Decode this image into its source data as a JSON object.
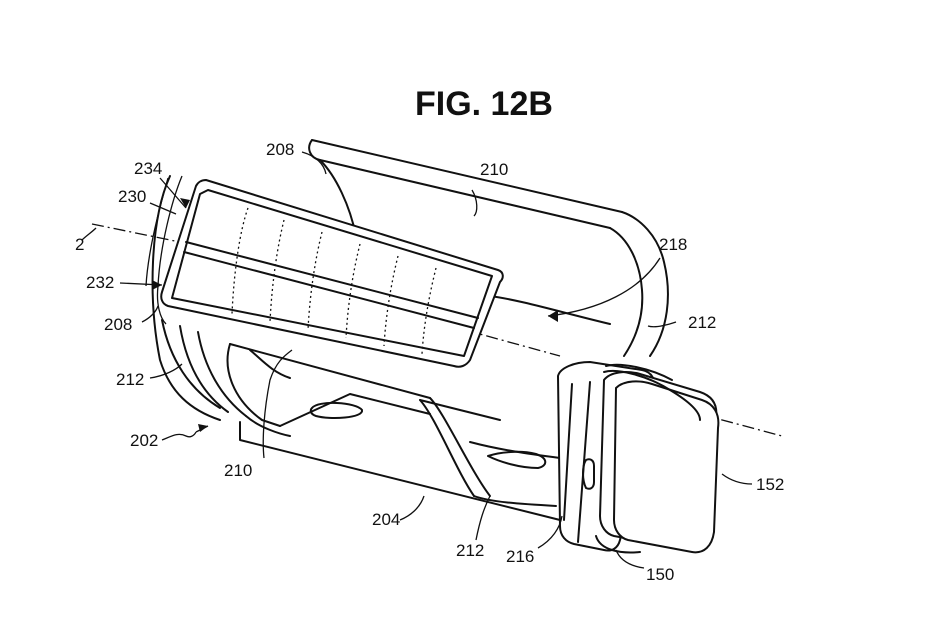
{
  "figure": {
    "title": "FIG. 12B",
    "ink_color": "#111111",
    "background_color": "#ffffff"
  },
  "labels": {
    "l208_top": "208",
    "l234": "234",
    "l230": "230",
    "l2": "2",
    "l232": "232",
    "l208_left": "208",
    "l212_left": "212",
    "l202": "202",
    "l210_bottom": "210",
    "l210_top": "210",
    "l218": "218",
    "l212_right": "212",
    "l152": "152",
    "l204": "204",
    "l212_bottom": "212",
    "l216": "216",
    "l150": "150"
  }
}
